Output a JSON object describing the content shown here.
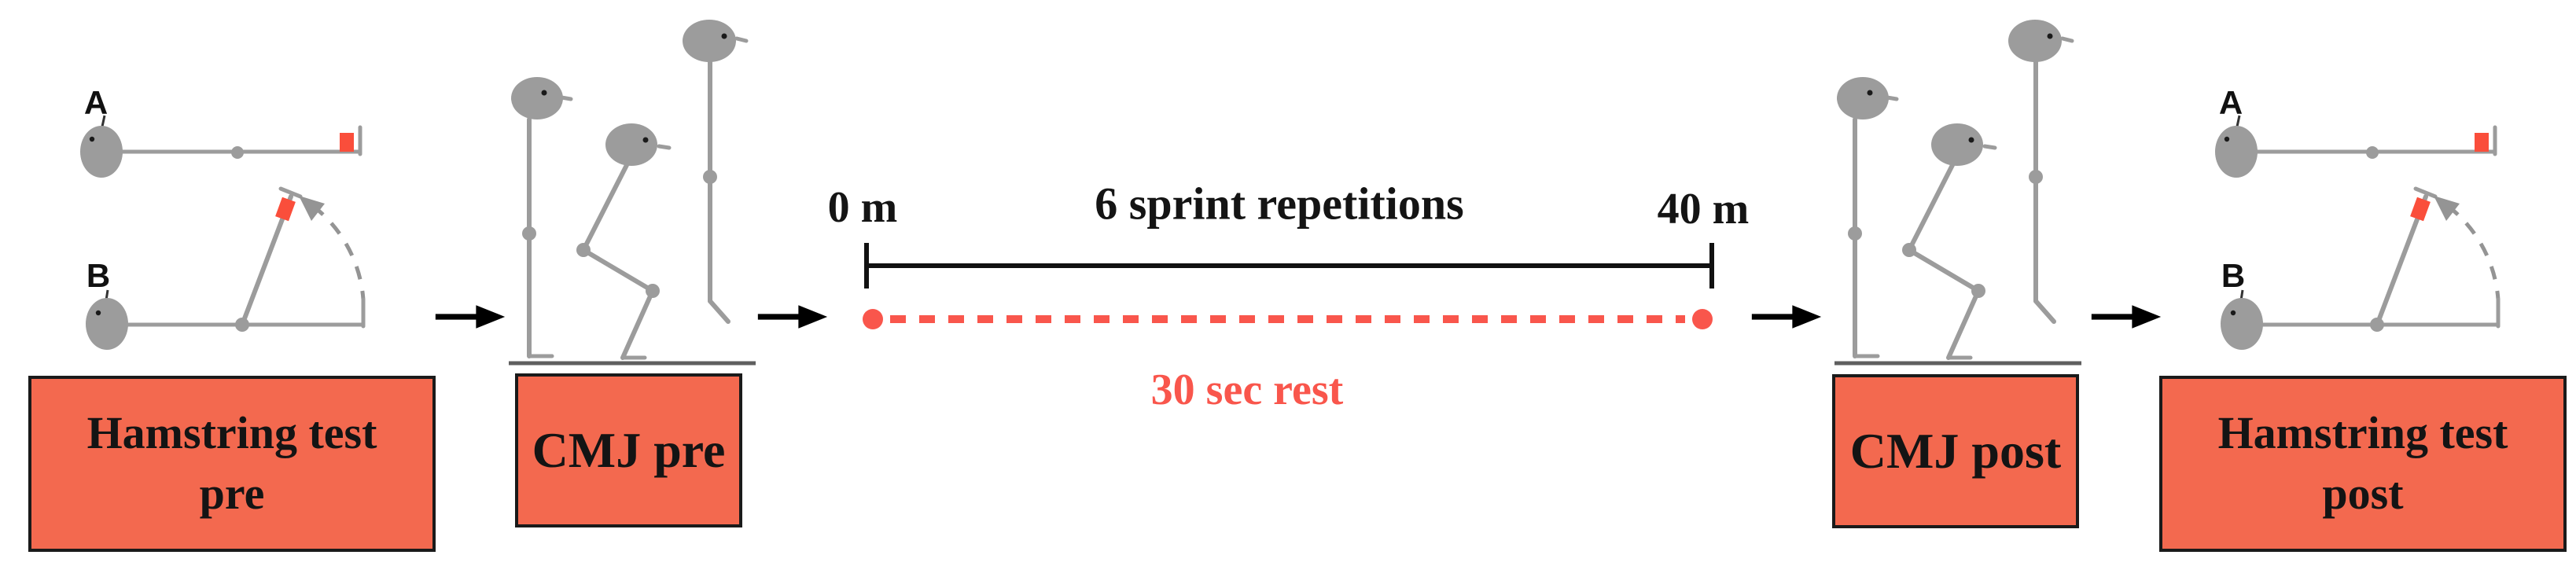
{
  "title": "Sprint protocol with pre and post hamstring and CMJ testing",
  "colors": {
    "box_fill": "#F3694F",
    "box_border": "#1A1A1A",
    "accent_red": "#F9564C",
    "cuff_red": "#FA4E3B",
    "figure_gray": "#9C9C9C",
    "ground_gray": "#5F5F5F",
    "arc_gray": "#949494",
    "arrow_black": "#000000",
    "text_black": "#141414"
  },
  "sections": {
    "hamstring_pre": {
      "figure_a_label": "A",
      "figure_b_label": "B",
      "box_line1": "Hamstring test",
      "box_line2": "pre"
    },
    "cmj_pre": {
      "box_label": "CMJ pre"
    },
    "sprint": {
      "start_label": "0 m",
      "title": "6 sprint repetitions",
      "end_label": "40 m",
      "rest_label": "30 sec rest"
    },
    "cmj_post": {
      "box_label": "CMJ post"
    },
    "hamstring_post": {
      "figure_a_label": "A",
      "figure_b_label": "B",
      "box_line1": "Hamstring test",
      "box_line2": "post"
    }
  }
}
